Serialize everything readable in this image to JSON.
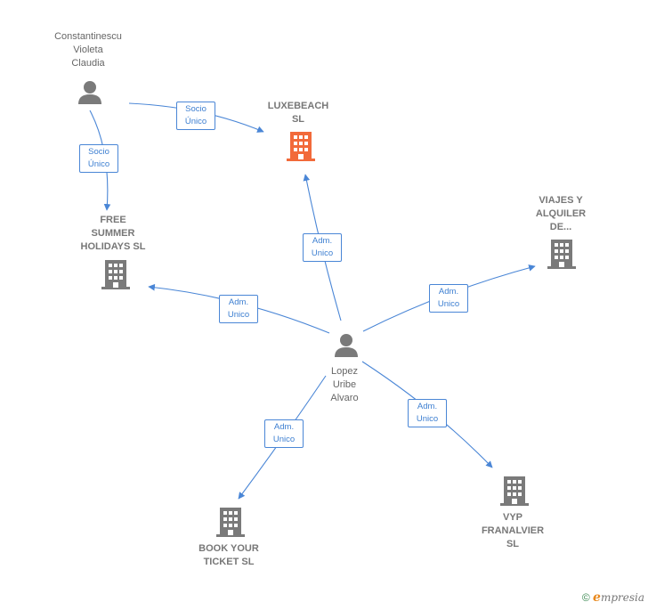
{
  "colors": {
    "edge": "#4a86d6",
    "edge_label": "#3d7fd1",
    "person": "#7a7a7a",
    "company": "#7a7a7a",
    "main_company": "#f26a3a",
    "text": "#666666"
  },
  "nodes": {
    "constantinescu": {
      "label": "Constantinescu\nVioleta\nClaudia",
      "icon": "person-icon"
    },
    "luxebeach": {
      "label": "LUXEBEACH\nSL",
      "icon": "building-icon"
    },
    "free_summer": {
      "label": "FREE\nSUMMER\nHOLIDAYS  SL",
      "icon": "building-icon"
    },
    "viajes": {
      "label": "VIAJES Y\nALQUILER\nDE...",
      "icon": "building-icon"
    },
    "lopez": {
      "label": "Lopez\nUribe\nAlvaro",
      "icon": "person-icon"
    },
    "book_your_ticket": {
      "label": "BOOK YOUR\nTICKET  SL",
      "icon": "building-icon"
    },
    "vyp": {
      "label": "VYP\nFRANALVIER\nSL",
      "icon": "building-icon"
    }
  },
  "edges": {
    "e1": "Socio\nÚnico",
    "e2": "Socio\nÚnico",
    "e3": "Adm.\nUnico",
    "e4": "Adm.\nUnico",
    "e5": "Adm.\nUnico",
    "e6": "Adm.\nUnico",
    "e7": "Adm.\nUnico"
  },
  "footer": {
    "copyright": "©",
    "brand_first": "e",
    "brand_rest": "mpresia"
  }
}
